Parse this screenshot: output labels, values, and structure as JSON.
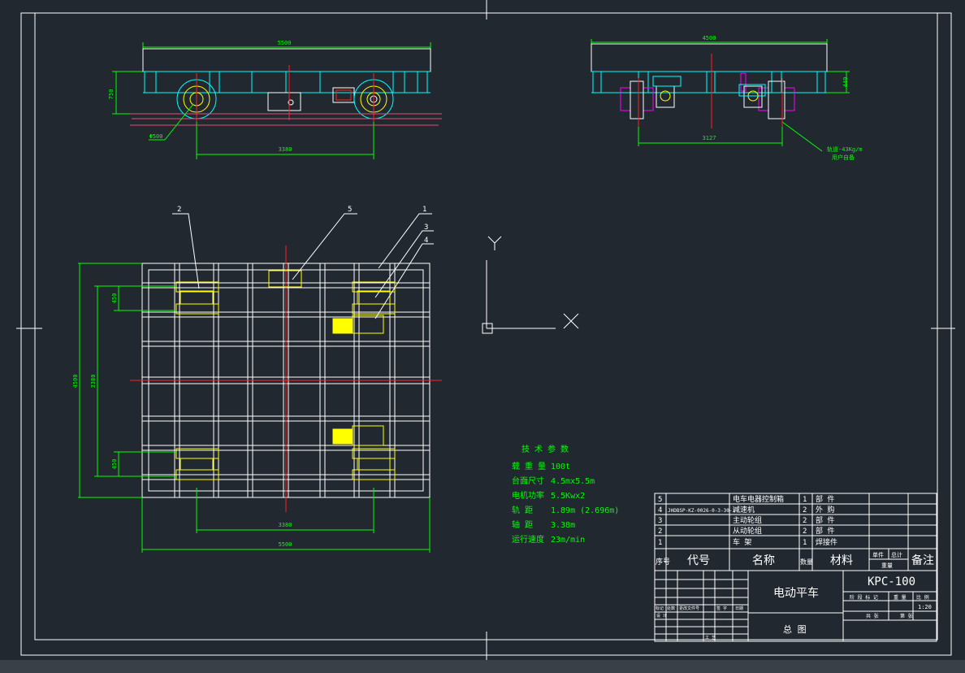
{
  "colors": {
    "background": "#212830",
    "frame": "#ffffff",
    "dimension": "#00ff00",
    "centerline": "#ff2020",
    "cyan": "#00ffff",
    "yellow": "#ffff00",
    "magenta": "#ff00ff",
    "rail": "#e05070"
  },
  "front_view": {
    "overall_length": "5500",
    "height": "750",
    "wheel_base": "3380",
    "wheel_dia": "Φ500"
  },
  "side_view": {
    "overall_width": "4500",
    "height": "440",
    "gauge": "3127",
    "rail_note_line1": "轨道-43Kg/m",
    "rail_note_line2": "用户自备"
  },
  "plan_view": {
    "callouts": [
      "2",
      "5",
      "1",
      "3",
      "4"
    ],
    "dim_width_left": "4500",
    "dim_inner_left": "3380",
    "dim_wheel_top": "450",
    "dim_wheel_bottom": "450",
    "dim_wheelbase_bottom": "3380",
    "dim_length_bottom": "5500"
  },
  "ucs": {
    "y_label": "Y",
    "x_label": "X"
  },
  "tech_params": {
    "title": "技 术 参 数",
    "rows": [
      {
        "label": "载 重 量",
        "value": "100t"
      },
      {
        "label": "台面尺寸",
        "value": "4.5mx5.5m"
      },
      {
        "label": "电机功率",
        "value": "5.5Kwx2"
      },
      {
        "label": "轨    距",
        "value": "1.89m  (2.696m)"
      },
      {
        "label": "轴    距",
        "value": "3.38m"
      },
      {
        "label": "运行速度",
        "value": "23m/min"
      }
    ]
  },
  "bom": {
    "rows": [
      {
        "no": "5",
        "code": "",
        "name": "电车电器控制箱",
        "qty": "1",
        "mat": "部 件"
      },
      {
        "no": "4",
        "code": "JHDBSP-KZ-0026-0-3-30-1",
        "name": "减速机",
        "qty": "2",
        "mat": "外 购"
      },
      {
        "no": "3",
        "code": "",
        "name": "主动轮组",
        "qty": "2",
        "mat": "部 件"
      },
      {
        "no": "2",
        "code": "",
        "name": "从动轮组",
        "qty": "2",
        "mat": "部 件"
      },
      {
        "no": "1",
        "code": "",
        "name": "车    架",
        "qty": "1",
        "mat": "焊接件"
      }
    ],
    "header": {
      "no": "序号",
      "code": "代号",
      "name": "名称",
      "qty": "数量",
      "mat": "材料",
      "unit": "单件",
      "total": "总计",
      "weight": "重量",
      "remark": "备注"
    }
  },
  "title_block": {
    "product_name": "电动平车",
    "drawing_code": "KPC-100",
    "drawing_type": "总 图",
    "scale": "1:20",
    "stage_labels": "阶 段 标 记",
    "weight_label": "重 量",
    "ratio_label": "比 例",
    "sheet_label": "共 张",
    "sheet_of": "第 张",
    "mark": "标记",
    "count": "处数",
    "change_doc": "更改文件号",
    "signature": "签 字",
    "date": "日期",
    "design": "设 计",
    "process": "工 艺"
  }
}
